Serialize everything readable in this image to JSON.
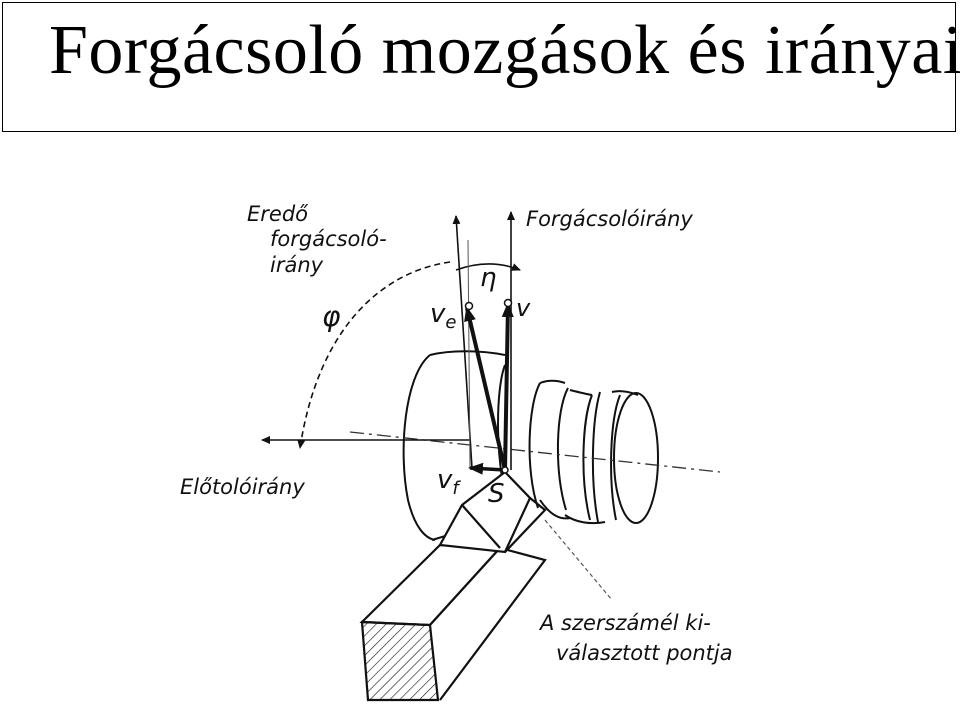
{
  "title": "Forgácsoló mozgások és irányaik",
  "diagram": {
    "labels": {
      "resultant_line1": "Eredő",
      "resultant_line2": "forgácsoló-",
      "resultant_line3": "irány",
      "cutting_direction": "Forgácsolóirány",
      "feed_direction": "Előtolóirány",
      "eta": "η",
      "phi": "φ",
      "ve_main": "v",
      "ve_sub": "e",
      "v": "v",
      "vf_main": "v",
      "vf_sub": "f",
      "s_point": "S",
      "tool_point_line1": "A szerszámél ki-",
      "tool_point_line2": "választott pontja"
    }
  }
}
